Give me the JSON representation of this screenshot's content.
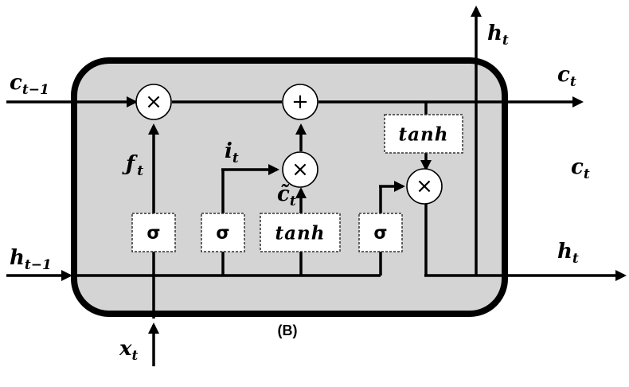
{
  "diagram": {
    "caption": "(B)",
    "inputs": {
      "cell_prev": {
        "base": "c",
        "sub": "t−1"
      },
      "hidden_prev": {
        "base": "h",
        "sub": "t−1"
      },
      "input": {
        "base": "x",
        "sub": "t"
      }
    },
    "outputs": {
      "hidden_top": {
        "base": "h",
        "sub": "t"
      },
      "cell_out": {
        "base": "c",
        "sub": "t"
      },
      "cell_side": {
        "base": "c",
        "sub": "t"
      },
      "hidden_out": {
        "base": "h",
        "sub": "t"
      }
    },
    "internal": {
      "forget": {
        "base": "ƒ",
        "sub": "t"
      },
      "input_gate": {
        "base": "i",
        "sub": "t"
      },
      "candidate": {
        "base": "c̃",
        "sub": "t"
      }
    },
    "gates": {
      "forget_sigma": "σ",
      "input_sigma": "σ",
      "candidate_tanh": "tanh",
      "output_sigma": "σ",
      "cell_tanh": "tanh"
    },
    "operators": {
      "forget_mult": "×",
      "cell_add": "+",
      "input_mult": "×",
      "output_mult": "×"
    }
  }
}
